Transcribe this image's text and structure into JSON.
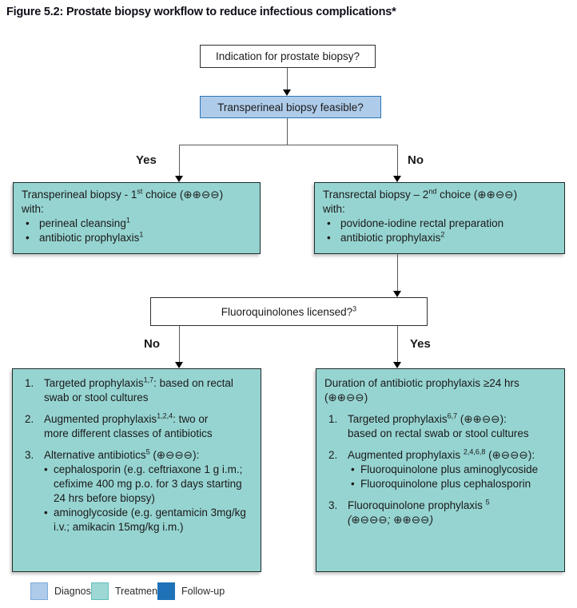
{
  "title": "Figure 5.2: Prostate biopsy workflow to reduce infectious complications*",
  "flow": {
    "indication": {
      "label": "Indication for prostate biopsy?"
    },
    "feasible": {
      "label": "Transperineal biopsy feasible?"
    },
    "branch1": {
      "yes": "Yes",
      "no": "No"
    },
    "transperineal": {
      "title": {
        "pre": "Transperineal biopsy - 1",
        "sup": "st",
        "post": " choice (⊕⊕⊖⊖)"
      },
      "with_label": "with:",
      "bullets": [
        {
          "pre": "perineal cleansing",
          "sup": "1",
          "post": ""
        },
        {
          "pre": "antibiotic prophylaxis",
          "sup": "1",
          "post": ""
        }
      ]
    },
    "transrectal": {
      "title": {
        "pre": "Transrectal biopsy – 2",
        "sup": "nd",
        "post": " choice (⊕⊕⊖⊖)"
      },
      "with_label": "with:",
      "bullets": [
        {
          "pre": "povidone-iodine rectal preparation",
          "sup": "",
          "post": ""
        },
        {
          "pre": "antibiotic prophylaxis",
          "sup": "2",
          "post": ""
        }
      ]
    },
    "fq_licensed": {
      "pre": "Fluoroquinolones licensed?",
      "sup": "3"
    },
    "branch2": {
      "no": "No",
      "yes": "Yes"
    },
    "no_branch": {
      "items": [
        {
          "num": "1.",
          "pre": "Targeted prophylaxis",
          "sup": "1,7",
          "post": ": based on rectal",
          "line2": "swab or stool cultures"
        },
        {
          "num": "2.",
          "pre": "Augmented prophylaxis",
          "sup": "1,2,4",
          "post": ": two or",
          "line2": "more different classes of antibiotics"
        },
        {
          "num": "3.",
          "pre": "Alternative antibiotics",
          "sup": "5",
          "post": " (⊕⊖⊖⊖):"
        }
      ],
      "sub_bullets": [
        "cephalosporin (e.g. ceftriaxone 1 g i.m.; cefixime 400 mg p.o. for 3 days starting 24 hrs before biopsy)",
        "aminoglycoside (e.g. gentamicin 3mg/kg i.v.; amikacin 15mg/kg i.m.)"
      ]
    },
    "yes_branch": {
      "title_line1": "Duration of antibiotic prophylaxis ≥24 hrs",
      "title_line2": "(⊕⊕⊖⊖)",
      "items": [
        {
          "num": "1.",
          "pre": "Targeted prophylaxis",
          "sup": "6,7",
          "post": " (⊕⊕⊖⊖):",
          "line2": "based on rectal swab or stool cultures"
        },
        {
          "num": "2.",
          "pre": "Augmented prophylaxis ",
          "sup": "2,4,6,8",
          "post": " (⊕⊖⊖⊖):"
        },
        {
          "num": "3.",
          "pre": "Fluoroquinolone prophylaxis ",
          "sup": "5",
          "post": ""
        }
      ],
      "sub_bullets": [
        "Fluoroquinolone plus aminoglycoside",
        "Fluoroquinolone plus cephalosporin"
      ],
      "italic_line": "(⊕⊖⊖⊖; ⊕⊕⊖⊖)"
    }
  },
  "legend": {
    "items": [
      {
        "label": "Diagnosis",
        "fill": "#aecbea",
        "border": "#7fabdc"
      },
      {
        "label": "Treatment",
        "fill": "#9dd8d5",
        "border": "#62bfba"
      },
      {
        "label": "Follow-up",
        "fill": "#1f72b8",
        "border": "#1f72b8"
      }
    ]
  },
  "colors": {
    "diagnosis_fill": "#aecbe9",
    "diagnosis_border": "#2e75b6",
    "treatment_fill": "#96d4d1",
    "followup_fill": "#1f72b8",
    "connector_line": "#595959"
  }
}
